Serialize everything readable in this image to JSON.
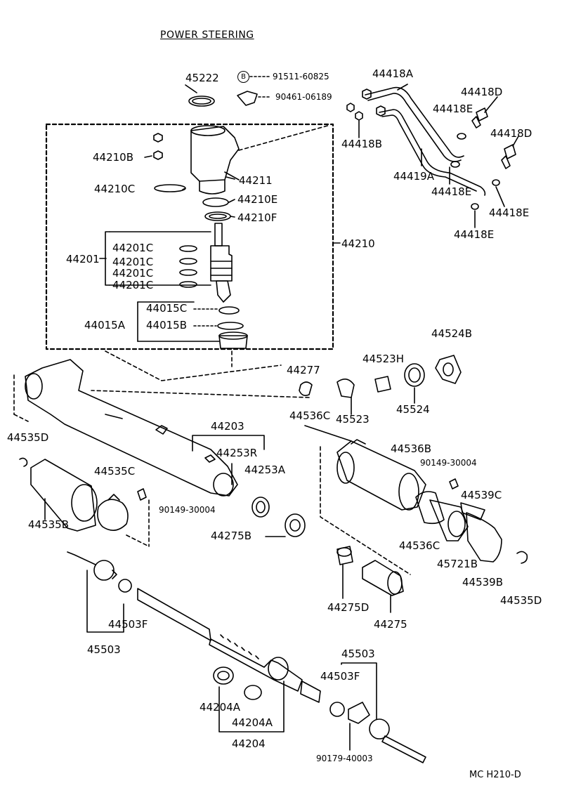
{
  "title": "POWER STEERING",
  "diagram_code": "MC H210-D",
  "bolt_marker": "B",
  "labels": {
    "p45222": "45222",
    "p91511": "91511-60825",
    "p90461": "90461-06189",
    "p44418A": "44418A",
    "p44418D_1": "44418D",
    "p44418E_1": "44418E",
    "p44418D_2": "44418D",
    "p44418B": "44418B",
    "p44210B": "44210B",
    "p44211": "44211",
    "p44210C": "44210C",
    "p44210E": "44210E",
    "p44210F": "44210F",
    "p44419A": "44419A",
    "p44418E_2": "44418E",
    "p44418E_3": "44418E",
    "p44418E_4": "44418E",
    "p44210": "44210",
    "p44201": "44201",
    "p44201C_1": "44201C",
    "p44201C_2": "44201C",
    "p44201C_3": "44201C",
    "p44201C_4": "44201C",
    "p44015C": "44015C",
    "p44015A": "44015A",
    "p44015B": "44015B",
    "p44524B": "44524B",
    "p44523H": "44523H",
    "p44277": "44277",
    "p45524": "45524",
    "p44536C_1": "44536C",
    "p45523": "45523",
    "p44535D_1": "44535D",
    "p44203": "44203",
    "p44253R": "44253R",
    "p44253A": "44253A",
    "p44536B": "44536B",
    "p90149_1": "90149-30004",
    "p44535C": "44535C",
    "p90149_2": "90149-30004",
    "p44539C": "44539C",
    "p44535B": "44535B",
    "p44275B": "44275B",
    "p44536C_2": "44536C",
    "p45721B": "45721B",
    "p44539B": "44539B",
    "p44535D_2": "44535D",
    "p44275D": "44275D",
    "p44275": "44275",
    "p44503F_1": "44503F",
    "p45503_1": "45503",
    "p45503_2": "45503",
    "p44503F_2": "44503F",
    "p44204A_1": "44204A",
    "p44204A_2": "44204A",
    "p44204": "44204",
    "p90179": "90179-40003"
  }
}
